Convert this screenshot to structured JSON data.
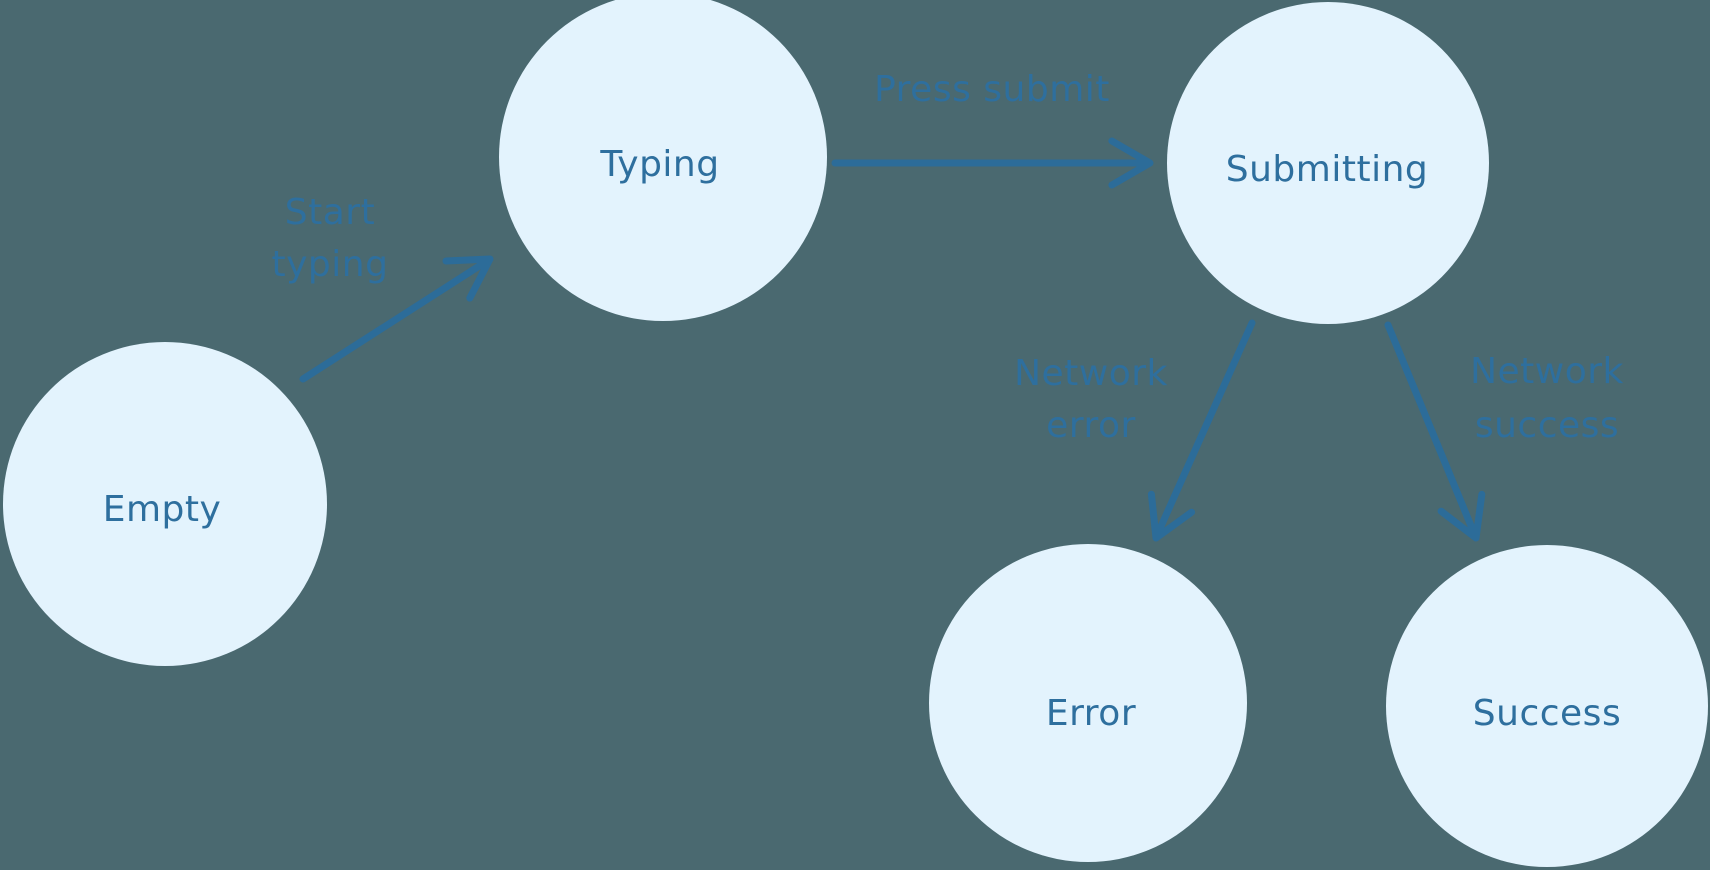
{
  "colors": {
    "background": "#4A6970",
    "node_fill": "#E3F3FD",
    "text": "#2E6F9E",
    "arrow": "#2C6C99"
  },
  "nodes": [
    {
      "id": "empty",
      "label": "Empty"
    },
    {
      "id": "typing",
      "label": "Typing"
    },
    {
      "id": "submitting",
      "label": "Submitting"
    },
    {
      "id": "error",
      "label": "Error"
    },
    {
      "id": "success",
      "label": "Success"
    }
  ],
  "transitions": [
    {
      "id": "start-typing",
      "from": "empty",
      "to": "typing",
      "label_lines": [
        "Start",
        "typing"
      ]
    },
    {
      "id": "press-submit",
      "from": "typing",
      "to": "submitting",
      "label_lines": [
        "Press submit"
      ]
    },
    {
      "id": "network-error",
      "from": "submitting",
      "to": "error",
      "label_lines": [
        "Network",
        "error"
      ]
    },
    {
      "id": "network-success",
      "from": "submitting",
      "to": "success",
      "label_lines": [
        "Network",
        "success"
      ]
    }
  ]
}
